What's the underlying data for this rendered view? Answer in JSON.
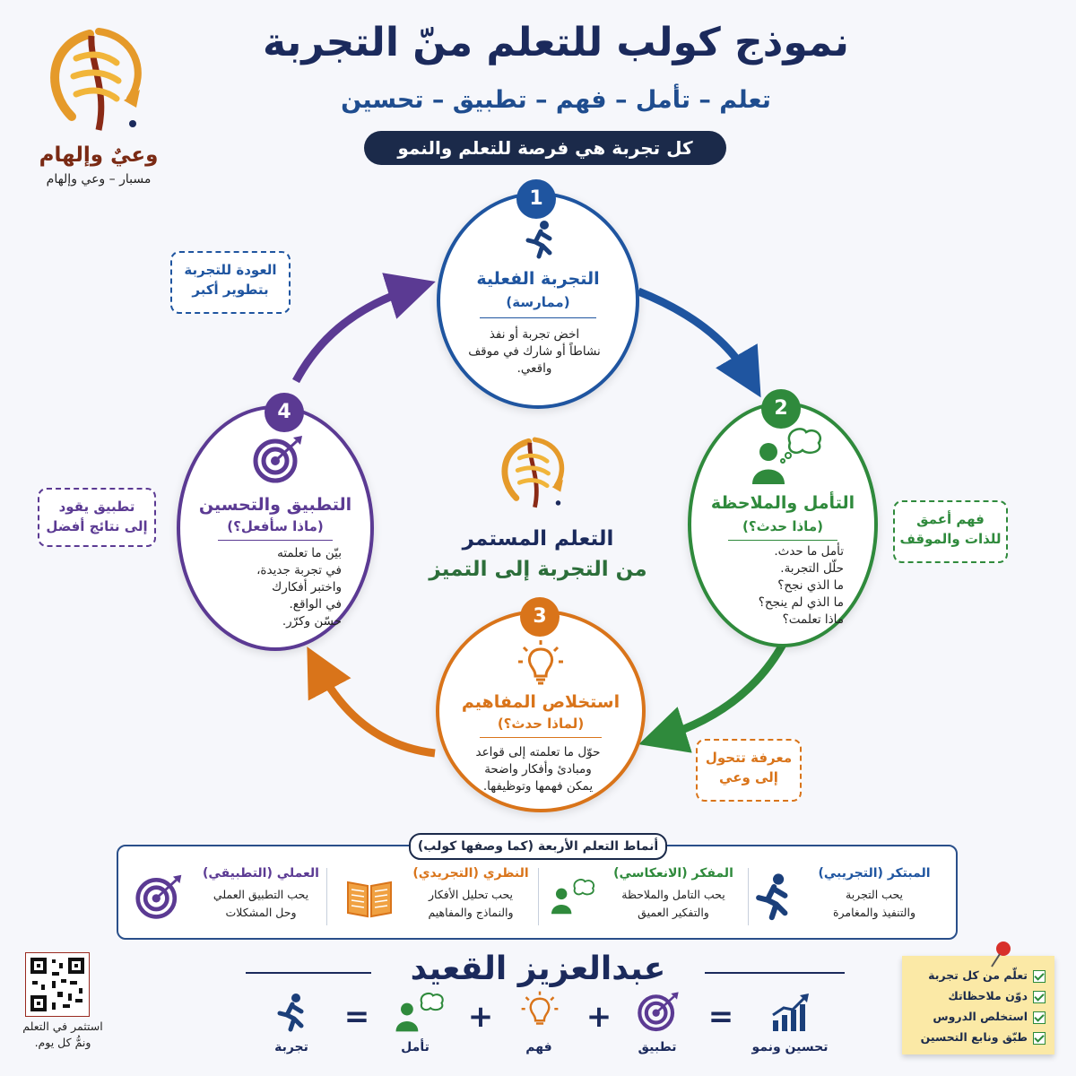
{
  "header": {
    "title": "نموذج كولب للتعلم منّ التجربة",
    "subtitle": "تعلم – تأمل – فهم – تطبيق – تحسين",
    "banner": "كل تجربة هي فرصة للتعلم والنمو"
  },
  "brand": {
    "name": "وعيٌ وإلهام",
    "tagline": "مسبار – وعي وإلهام"
  },
  "stages": [
    {
      "number": "1",
      "title": "التجربة الفعلية",
      "subtitle": "(ممارسة)",
      "body": [
        "اخض تجربة أو نفذ",
        "نشاطاً أو شارك في موقف",
        "واقعي."
      ],
      "color": "#1f55a0",
      "icon": "runner-icon"
    },
    {
      "number": "2",
      "title": "التأمل والملاحظة",
      "subtitle": "(ماذا حدث؟)",
      "body": [
        "تأمل ما حدث.",
        "حلّل التجربة.",
        "ما الذي نجح؟",
        "ما الذي لم ينجح؟",
        "ماذا تعلمت؟"
      ],
      "color": "#2f8a3c",
      "icon": "thinking-person-icon"
    },
    {
      "number": "3",
      "title": "استخلاص المفاهيم",
      "subtitle": "(لماذا حدث؟)",
      "body": [
        "حوّل ما تعلمته إلى قواعد",
        "ومبادئ وأفكار واضحة",
        "يمكن فهمها وتوظيفها."
      ],
      "color": "#d9741a",
      "icon": "lightbulb-icon"
    },
    {
      "number": "4",
      "title": "التطبيق والتحسين",
      "subtitle": "(ماذا سأفعل؟)",
      "body": [
        "بيّن ما تعلمته",
        "في تجربة جديدة،",
        "واختبر أفكارك",
        "في الواقع.",
        "حسّن وكرّر."
      ],
      "color": "#5b3a93",
      "icon": "target-icon"
    }
  ],
  "notes": {
    "top_left": [
      "العودة للتجربة",
      "بتطوير أكبر"
    ],
    "right": [
      "فهم أعمق",
      "للذات والموقف"
    ],
    "bottom_right": [
      "معرفة تتحول",
      "إلى وعي"
    ],
    "left": [
      "تطبيق يقود",
      "إلى نتائج أفضل"
    ]
  },
  "center": {
    "title": "التعلم المستمر",
    "subtitle": "من التجربة إلى التميز"
  },
  "learning_styles": {
    "heading": "أنماط التعلم الأربعة (كما وصفها كولب)",
    "items": [
      {
        "title": "المبتكر (التجريبي)",
        "desc": [
          "يحب التجربة",
          "والتنفيذ والمغامرة"
        ],
        "color": "#1f55a0",
        "icon": "runner-icon"
      },
      {
        "title": "المفكر (الانعكاسي)",
        "desc": [
          "يحب التامل والملاحظة",
          "والتفكير العميق"
        ],
        "color": "#2f8a3c",
        "icon": "thinking-person-icon"
      },
      {
        "title": "النظري (التجريدي)",
        "desc": [
          "يحب تحليل الأفكار",
          "والنماذج والمفاهيم"
        ],
        "color": "#d9741a",
        "icon": "book-icon"
      },
      {
        "title": "العملي (التطبيقي)",
        "desc": [
          "يحب التطبيق العملي",
          "وحل المشكلات"
        ],
        "color": "#5b3a93",
        "icon": "target-icon"
      }
    ]
  },
  "author": "عبدالعزيز القعيد",
  "qr_caption": [
    "استثمر في التعلم",
    "ونمُّ كل يوم."
  ],
  "equation": {
    "labels": [
      "تجربة",
      "تأمل",
      "فهم",
      "تطبيق",
      "تحسين ونمو"
    ],
    "operators": [
      "=",
      "+",
      "+",
      "="
    ]
  },
  "checklist": [
    "تعلّم من كل تجربة",
    "دوّن ملاحظاتك",
    "استخلص الدروس",
    "طبّق ونابع التحسين"
  ]
}
